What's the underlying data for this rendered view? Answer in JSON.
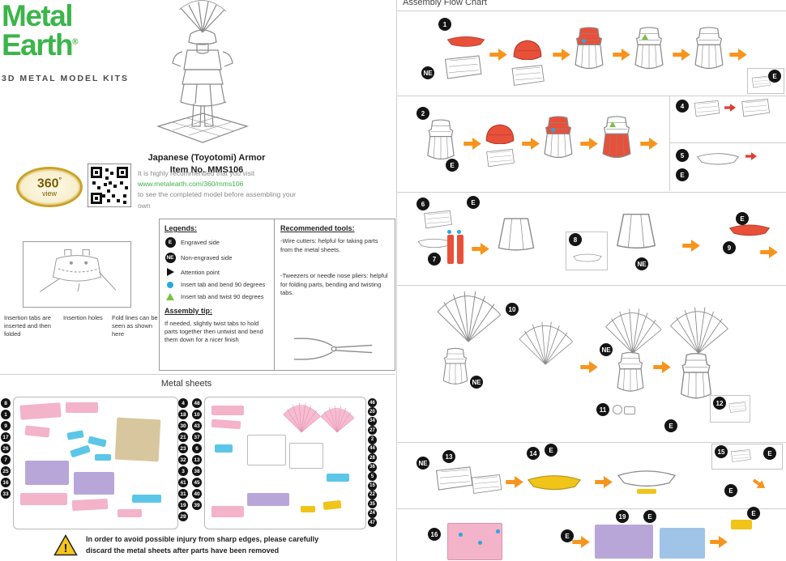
{
  "brand": {
    "line1": "Metal",
    "line2": "Earth",
    "registered": "®",
    "tagline": "3D METAL MODEL KITS"
  },
  "product": {
    "title": "Japanese (Toyotomi) Armor",
    "item": "Item No.  MMS106"
  },
  "badge360": {
    "big": "360",
    "deg": "°",
    "small": "view"
  },
  "qr_note": {
    "pre": "It is highly recommended that you visit",
    "url": "www.metalearth.com/360/mms106",
    "post": "to see the completed model before assembling your own"
  },
  "legends": {
    "title": "Legends:",
    "badge_e": "E",
    "badge_ne": "NE",
    "items": [
      {
        "icon": "engraved-badge",
        "label": "Engraved side"
      },
      {
        "icon": "non-engraved-badge",
        "label": "Non-engraved side"
      },
      {
        "icon": "attention-icon",
        "label": "Attention point"
      },
      {
        "icon": "insert-bend-icon",
        "label": "Insert tab and bend 90 degrees"
      },
      {
        "icon": "insert-twist-icon",
        "label": "Insert tab and twist 90 degrees"
      }
    ]
  },
  "tools": {
    "title": "Recommended tools:",
    "wire_cutters": "-Wire cutters: helpful for taking parts from the metal sheets.",
    "pliers": "-Tweezers or needle nose pliers: helpful for folding parts, bending and twisting tabs."
  },
  "assembly_tip": {
    "title": "Assembly tip:",
    "text": "If needed, slightly twist tabs to hold parts together then untwist and bend them down for a nicer finish"
  },
  "insertion": {
    "label_tabs": "Insertion tabs are inserted and then folded",
    "label_holes": "Insertion holes",
    "label_folds": "Fold lines can be seen as shown here"
  },
  "metal_sheets": {
    "title": "Metal sheets",
    "sheet1_left_numbers": [
      "8",
      "1",
      "9",
      "17",
      "26",
      "7",
      "25",
      "16",
      "33"
    ],
    "sheet1_right_numbers": [
      "4",
      "18",
      "30",
      "21",
      "23",
      "32",
      "3",
      "41",
      "31",
      "19",
      "29"
    ],
    "sheet2_left_numbers": [
      "48",
      "10",
      "43",
      "37",
      "6",
      "13",
      "38",
      "45",
      "40",
      "39"
    ],
    "sheet2_right_numbers": [
      "46",
      "20",
      "34",
      "27",
      "2",
      "44",
      "28",
      "36",
      "5",
      "15",
      "22",
      "35",
      "24",
      "47"
    ]
  },
  "warning": {
    "line1": "In order to avoid possible injury from sharp edges, please carefully",
    "line2": "discard the metal sheets after parts have been removed"
  },
  "flow": {
    "title": "Assembly Flow Chart",
    "badge_e": "E",
    "badge_ne": "NE",
    "step_numbers": {
      "s1": "1",
      "s2": "2",
      "s4": "4",
      "s5": "5",
      "s6": "6",
      "s7": "7",
      "s8": "8",
      "s9": "9",
      "s10": "10",
      "s11": "11",
      "s12": "12",
      "s13": "13",
      "s14": "14",
      "s15": "15",
      "s16": "16",
      "s19": "19"
    }
  },
  "colors": {
    "brand_green": "#3cb54a",
    "arrow_orange": "#f7941d",
    "highlight_red": "#e8503a",
    "part_pink": "#f3b3c8",
    "part_blue": "#5bc6e8",
    "part_purple": "#b9a6d8",
    "part_tan": "#d8c79e",
    "part_yellow": "#f0c419",
    "badge_black": "#141414"
  }
}
